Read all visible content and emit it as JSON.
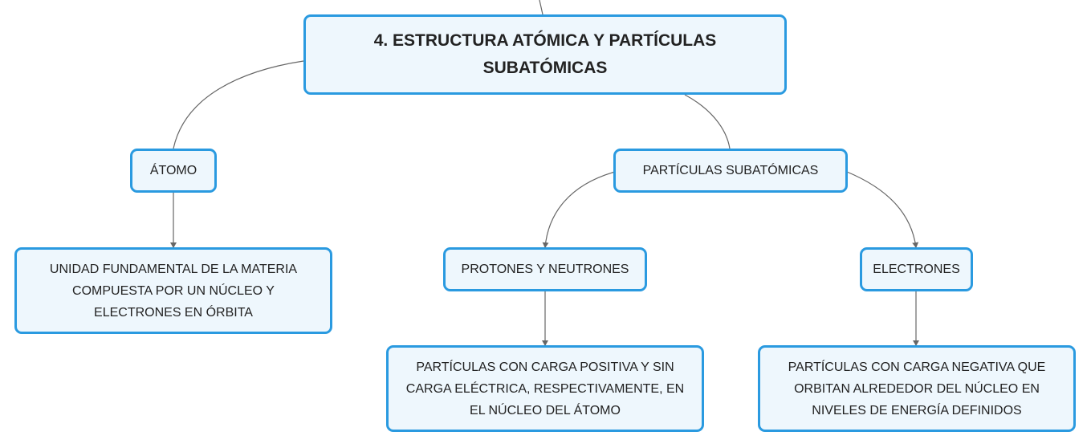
{
  "colors": {
    "node_border": "#2a9ae0",
    "node_fill": "#eef7fd",
    "connector": "#666666"
  },
  "diagram": {
    "root": {
      "title": "4. ESTRUCTURA ATÓMICA Y PARTÍCULAS SUBATÓMICAS"
    },
    "atomo": {
      "label": "ÁTOMO",
      "description": "UNIDAD FUNDAMENTAL DE LA MATERIA COMPUESTA POR UN NÚCLEO Y ELECTRONES EN ÓRBITA"
    },
    "particulas": {
      "label": "PARTÍCULAS SUBATÓMICAS",
      "protones": {
        "label": "PROTONES Y NEUTRONES",
        "description": "PARTÍCULAS CON CARGA POSITIVA Y SIN CARGA ELÉCTRICA, RESPECTIVAMENTE, EN EL NÚCLEO DEL ÁTOMO"
      },
      "electrones": {
        "label": "ELECTRONES",
        "description": "PARTÍCULAS CON CARGA NEGATIVA QUE ORBITAN ALREDEDOR DEL NÚCLEO EN NIVELES DE ENERGÍA DEFINIDOS"
      }
    }
  }
}
